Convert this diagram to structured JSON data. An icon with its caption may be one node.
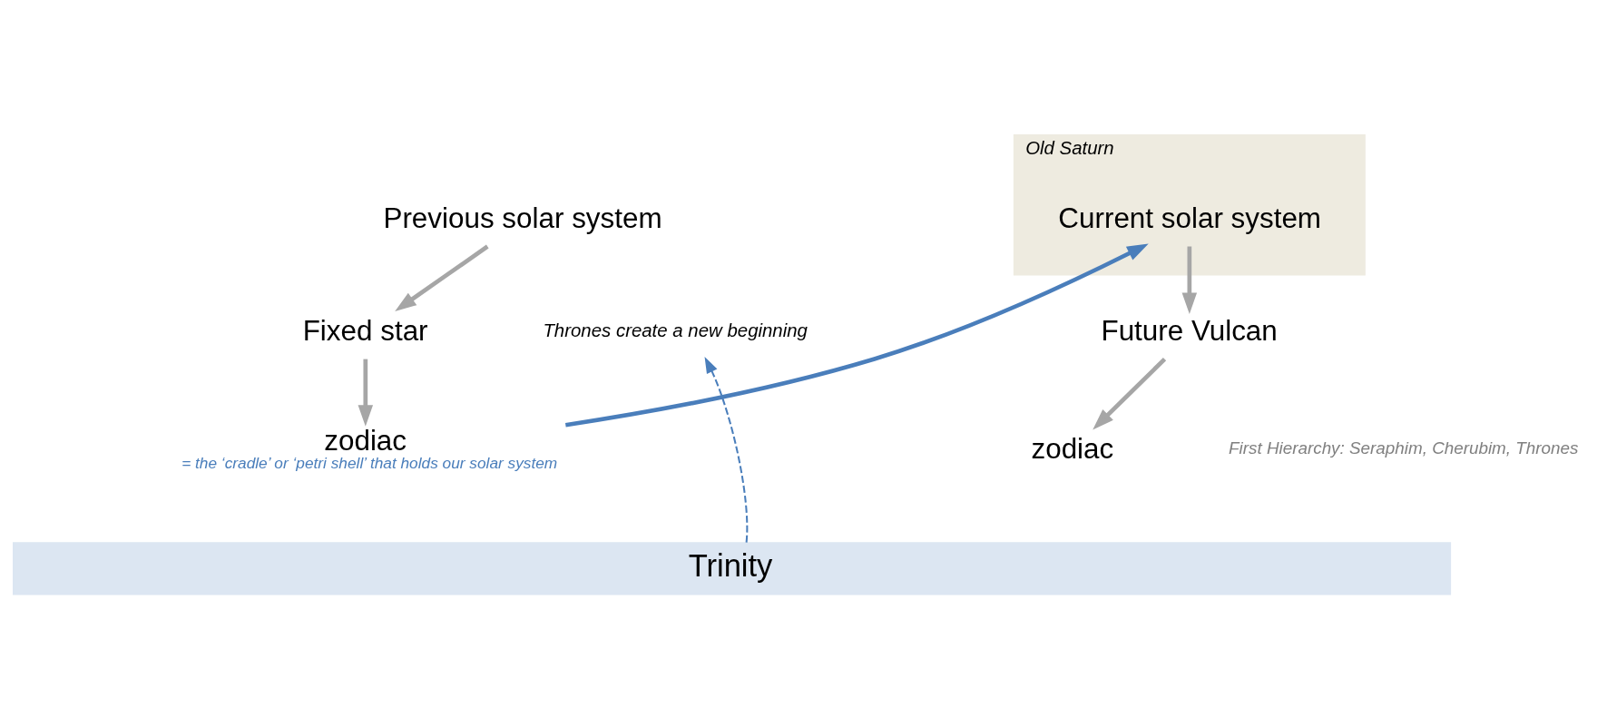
{
  "diagram": {
    "nodes": [
      {
        "text": [
          "Previous solar system"
        ]
      },
      {
        "text": [
          "Fixed star"
        ]
      },
      {
        "text": [
          "zodiac"
        ],
        "beside": [
          "= the ‘cradle’ or ‘petri shell’ that holds our solar system"
        ]
      },
      {
        "text": [
          "Old Saturn"
        ]
      },
      {
        "text": [
          "Current solar system"
        ],
        "in": 3
      },
      {
        "text": [
          "Future Vulcan"
        ]
      },
      {
        "text": [
          "zodiac"
        ]
      },
      {
        "text": [
          "Trinity"
        ]
      },
      {
        "text": [
          "Thrones create a new beginning"
        ]
      }
    ],
    "edges": [
      {
        "from": 0,
        "to": 1,
        "arrow": "to"
      },
      {
        "from": 1,
        "to": 2,
        "arrow": "to"
      },
      {
        "from": 2,
        "to": 4,
        "arrow": "to",
        "color": "#4a7ebb"
      },
      {
        "from": 4,
        "to": 5,
        "arrow": "to"
      },
      {
        "from": 5,
        "to": 6,
        "arrow": "to"
      },
      {
        "from": 7,
        "to": 8,
        "arrow": "to",
        "style": "dashed",
        "color": "#4a7ebb"
      }
    ],
    "labels": [
      "First Hierarchy: Seraphim, Cherubim, Thrones"
    ]
  }
}
